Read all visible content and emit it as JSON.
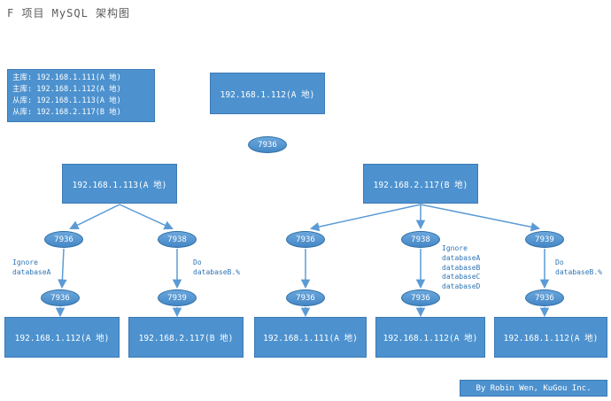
{
  "title": "F 项目 MySQL 架构图",
  "legend": [
    "主库: 192.168.1.111(A 地)",
    "主库: 192.168.1.112(A 地)",
    "从库: 192.168.1.113(A 地)",
    "从库: 192.168.2.117(B 地)"
  ],
  "top": {
    "box": "192.168.1.112(A 地)",
    "port": "7936"
  },
  "left_tree": {
    "root": "192.168.1.113(A 地)",
    "branches": [
      {
        "port1": "7936",
        "note": "Ignore\ndatabaseA",
        "port2": "7936",
        "box": "192.168.1.112(A 地)"
      },
      {
        "port1": "7938",
        "note": "Do\ndatabaseB.%",
        "port2": "7939",
        "box": "192.168.2.117(B 地)"
      }
    ]
  },
  "right_tree": {
    "root": "192.168.2.117(B 地)",
    "branches": [
      {
        "port1": "7936",
        "note": "",
        "port2": "7936",
        "box": "192.168.1.111(A 地)"
      },
      {
        "port1": "7938",
        "note": "Ignore\ndatabaseA\ndatabaseB\ndatabaseC\ndatabaseD",
        "port2": "7936",
        "box": "192.168.1.112(A 地)"
      },
      {
        "port1": "7939",
        "note": "Do\ndatabaseB.%",
        "port2": "7936",
        "box": "192.168.1.112(A 地)"
      }
    ]
  },
  "footer": "By Robin Wen, KuGou Inc.",
  "colors": {
    "node_fill": "#4d92cf",
    "node_border": "#3d7ab5",
    "arrow": "#5b9bd5",
    "note_text": "#2e75b6",
    "title_text": "#5a5a5a",
    "text_on_node": "#ffffff"
  }
}
